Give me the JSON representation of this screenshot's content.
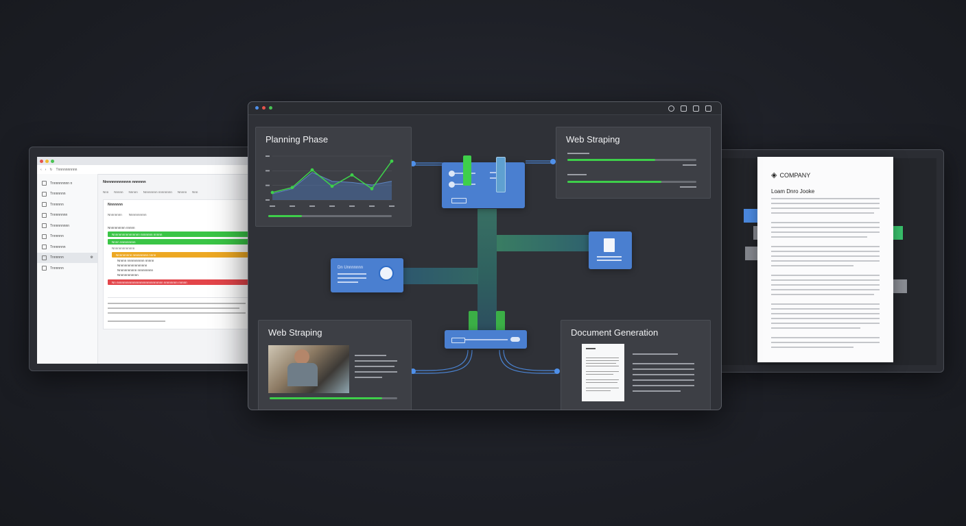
{
  "left_window": {
    "address": "Tnnnnnnnnnn",
    "sidebar": [
      "Tnnnnnnnnn n",
      "Tnnnnnnn",
      "Tnnnnnn",
      "Tnnnnnnnn",
      "Tnnnnnnnnn",
      "Tnnnnnn",
      "Tnnnnnnn",
      "Tnnnnnn",
      "Tnnnnnn"
    ],
    "header": "Nnnnnnnnnnnn nnnnnn",
    "tabs": [
      "Nnn",
      "Nnnnn",
      "Nnnnn",
      "Nnnnnnnn nnnnnnnn",
      "Nnnnn",
      "Nnn"
    ],
    "card_title": "Nnnnnnn",
    "card_sub_a": "Nnnnnnnn",
    "card_sub_b": "Nnnnnnnnnn",
    "list_heading": "Nnnnnnnnnn nnnnn",
    "bar_green_1": "Nnnnnnnnnnnnnnnn nnnnnnn nnnnn",
    "bar_green_2": "Nnnn nnnnnnnnn",
    "bar_gray": "Nnnnnnnnnnnnn",
    "bar_orange": "Nnnnnnnnn nnnnnnnnn nnnn",
    "bullets": [
      "Nnnnn nnnnnnnnnn nnnnn",
      "Nnnnnnnnnnnnnnnnn",
      "Nnnnnnnnnnn nnnnnnnnn",
      "Nnnnnnnnnnnn"
    ],
    "bar_red": "Nn nnnnnnnnnnnnnnnnnnnnnnnnnnn nnnnnnnn nnnnn"
  },
  "main_window": {
    "planning": {
      "title": "Planning Phase",
      "progress": 0.27,
      "chart_data": {
        "type": "line",
        "series": [
          {
            "values": [
              12,
              20,
              48,
              22,
              40,
              18,
              62
            ]
          },
          {
            "values": [
              10,
              18,
              44,
              30,
              28,
              24,
              30
            ]
          }
        ]
      }
    },
    "web_scraping_top": {
      "title": "Web Straping",
      "row1_progress": 0.68,
      "row2_progress": 0.73
    },
    "web_scraping_bottom": {
      "title": "Web Straping",
      "progress": 0.88
    },
    "doc_generation": {
      "title": "Document Generation"
    },
    "search_card": {
      "label": "Dn Unnnnnnn"
    }
  },
  "right_window": {
    "company": "COMPANY",
    "doc_title": "Loam Dnro Jooke"
  },
  "colors": {
    "accent_green": "#3ecf4a",
    "accent_blue": "#4a7fd0",
    "alert_red": "#e3454a",
    "alert_orange": "#eda823"
  }
}
